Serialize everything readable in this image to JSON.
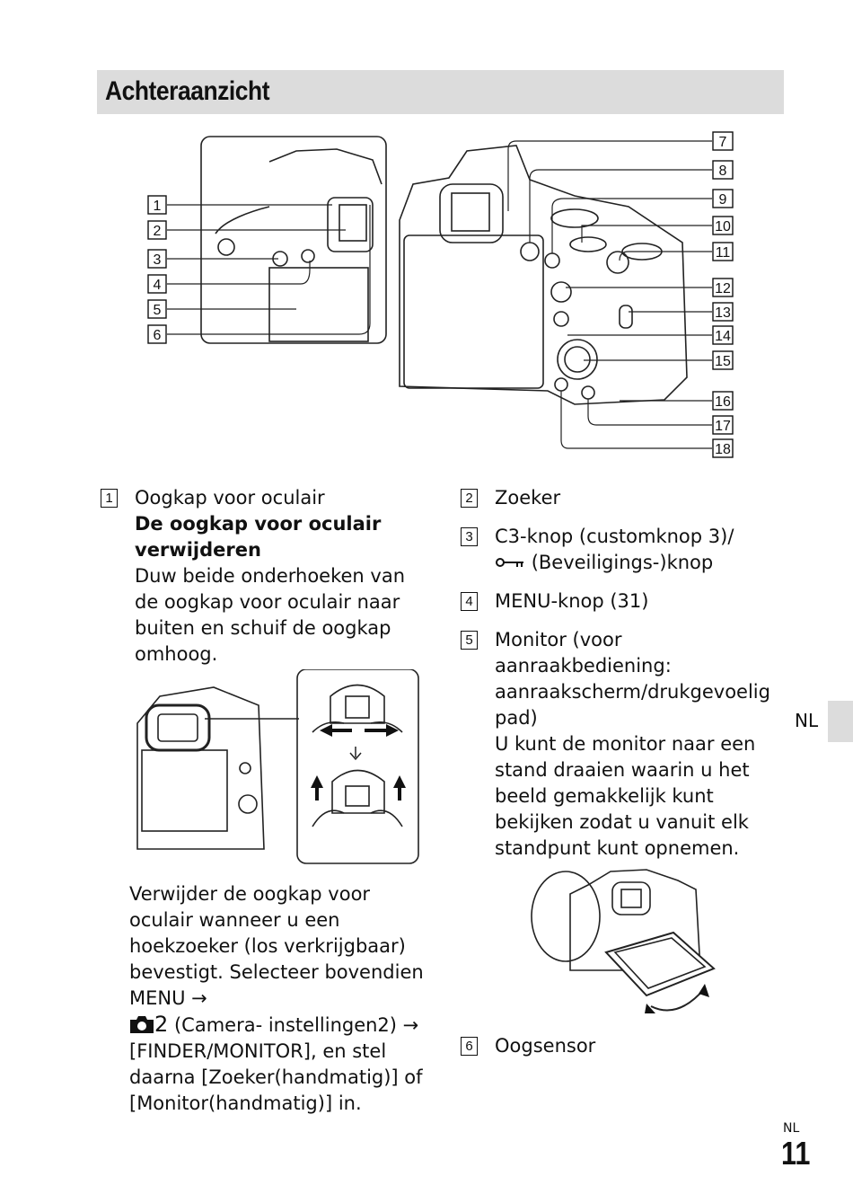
{
  "header": {
    "title": "Achteraanzicht"
  },
  "callouts": [
    "1",
    "2",
    "3",
    "4",
    "5",
    "6",
    "7",
    "8",
    "9",
    "10",
    "11",
    "12",
    "13",
    "14",
    "15",
    "16",
    "17",
    "18"
  ],
  "items": {
    "i1": {
      "num": "1",
      "title": "Oogkap voor oculair",
      "subtitle": "De oogkap voor oculair verwijderen",
      "body": "Duw beide onderhoeken van de oogkap voor oculair naar buiten en schuif de oogkap omhoog.",
      "note_a": "Verwijder de oogkap voor oculair wanneer u een hoekzoeker (los verkrijgbaar) bevestigt. Selecteer bovendien MENU →",
      "note_b": "2",
      "note_c": "(Camera- instellingen2) → [FINDER/MONITOR], en stel daarna [Zoeker(handmatig)] of [Monitor(handmatig)] in."
    },
    "i2": {
      "num": "2",
      "title": "Zoeker"
    },
    "i3": {
      "num": "3",
      "title_a": "C3-knop (customknop 3)/",
      "title_b": "(Beveiligings-)knop"
    },
    "i4": {
      "num": "4",
      "title": "MENU-knop (31)"
    },
    "i5": {
      "num": "5",
      "title": "Monitor (voor aanraakbediening: aanraakscherm/drukgevoelig pad)",
      "body": "U kunt de monitor naar een stand draaien waarin u het beeld gemakkelijk kunt bekijken zodat u vanuit elk standpunt kunt opnemen."
    },
    "i6": {
      "num": "6",
      "title": "Oogsensor"
    }
  },
  "side_tab": {
    "label": "NL"
  },
  "footer": {
    "lang": "NL",
    "page": "11"
  },
  "icons": [
    "camera-icon",
    "key-icon",
    "arrow-right-icon"
  ]
}
